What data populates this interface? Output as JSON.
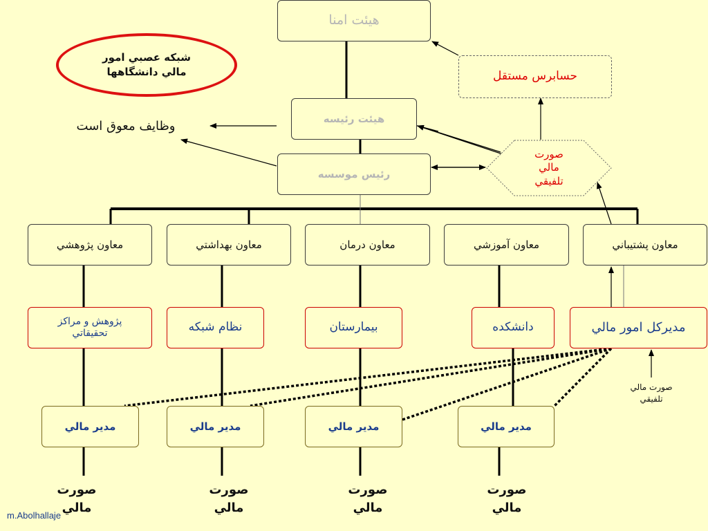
{
  "title": {
    "line1": "شبكه عصبي امور",
    "line2": "مالي دانشگاهها"
  },
  "board_of_trustees": "هيئت امنا",
  "independent_auditor": "حسابرس مستقل",
  "board_of_directors": "هيئت رئيسه",
  "institution_president": "رئيس موسسه",
  "delayed_duties": "وظايف معوق است",
  "consolidated_statement": {
    "line1": "صورت",
    "line2": "مالي",
    "line3": "تلفيقي"
  },
  "deputies": [
    {
      "label": "معاون پژوهشي"
    },
    {
      "label": "معاون بهداشتي"
    },
    {
      "label": "معاون درمان"
    },
    {
      "label": "معاون آموزشي"
    },
    {
      "label": "معاون پشتيباني"
    }
  ],
  "units": [
    {
      "label": "پژوهش و مراكز تحقيقاتي"
    },
    {
      "label": "نظام شبكه"
    },
    {
      "label": "بيمارستان"
    },
    {
      "label": "دانشكده"
    },
    {
      "label": "مديركل امور مالي"
    }
  ],
  "managers": [
    {
      "label": "مدير مالي"
    },
    {
      "label": "مدير مالي"
    },
    {
      "label": "مدير مالي"
    },
    {
      "label": "مدير مالي"
    }
  ],
  "consolidated_note": {
    "line1": "صورت مالي",
    "line2": "تلفيقي"
  },
  "statements": [
    {
      "line1": "صورت",
      "line2": "مالي"
    },
    {
      "line1": "صورت",
      "line2": "مالي"
    },
    {
      "line1": "صورت",
      "line2": "مالي"
    },
    {
      "line1": "صورت",
      "line2": "مالي"
    }
  ],
  "author": "m.Abolhallaje",
  "colors": {
    "background": "#ffffcc",
    "red_text": "#dd0000",
    "blue_text": "#1a3c8c",
    "faded_text": "#b5b5b5",
    "ellipse_border": "#dd1111"
  }
}
